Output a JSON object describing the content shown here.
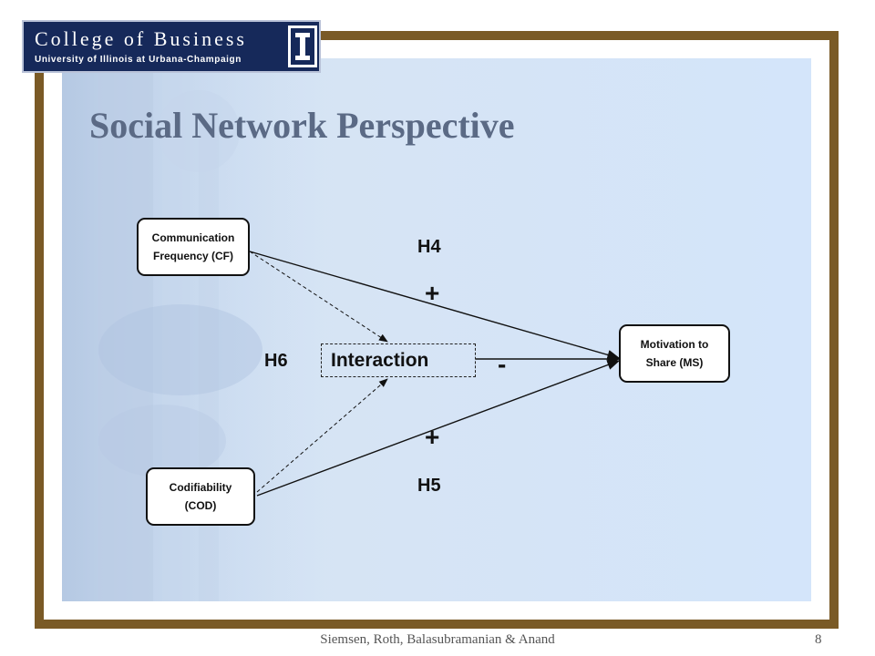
{
  "logo": {
    "title": "College of Business",
    "subtitle": "University of Illinois at Urbana-Champaign"
  },
  "slide": {
    "title": "Social Network Perspective",
    "footer": "Siemsen, Roth, Balasubramanian & Anand",
    "page_number": "8"
  },
  "nodes": {
    "cf": "Communication\nFrequency (CF)",
    "cod": "Codifiability\n(COD)",
    "ms": "Motivation to\nShare (MS)",
    "interaction": "Interaction"
  },
  "hypotheses": {
    "h4": "H4",
    "h5": "H5",
    "h6": "H6"
  },
  "signs": {
    "h4": "+",
    "h5": "+",
    "h6": "-"
  },
  "colors": {
    "frame": "#7a5a26",
    "logo_bg": "#16295a",
    "title": "#5b6a85",
    "panel": "#d4e5fa"
  }
}
